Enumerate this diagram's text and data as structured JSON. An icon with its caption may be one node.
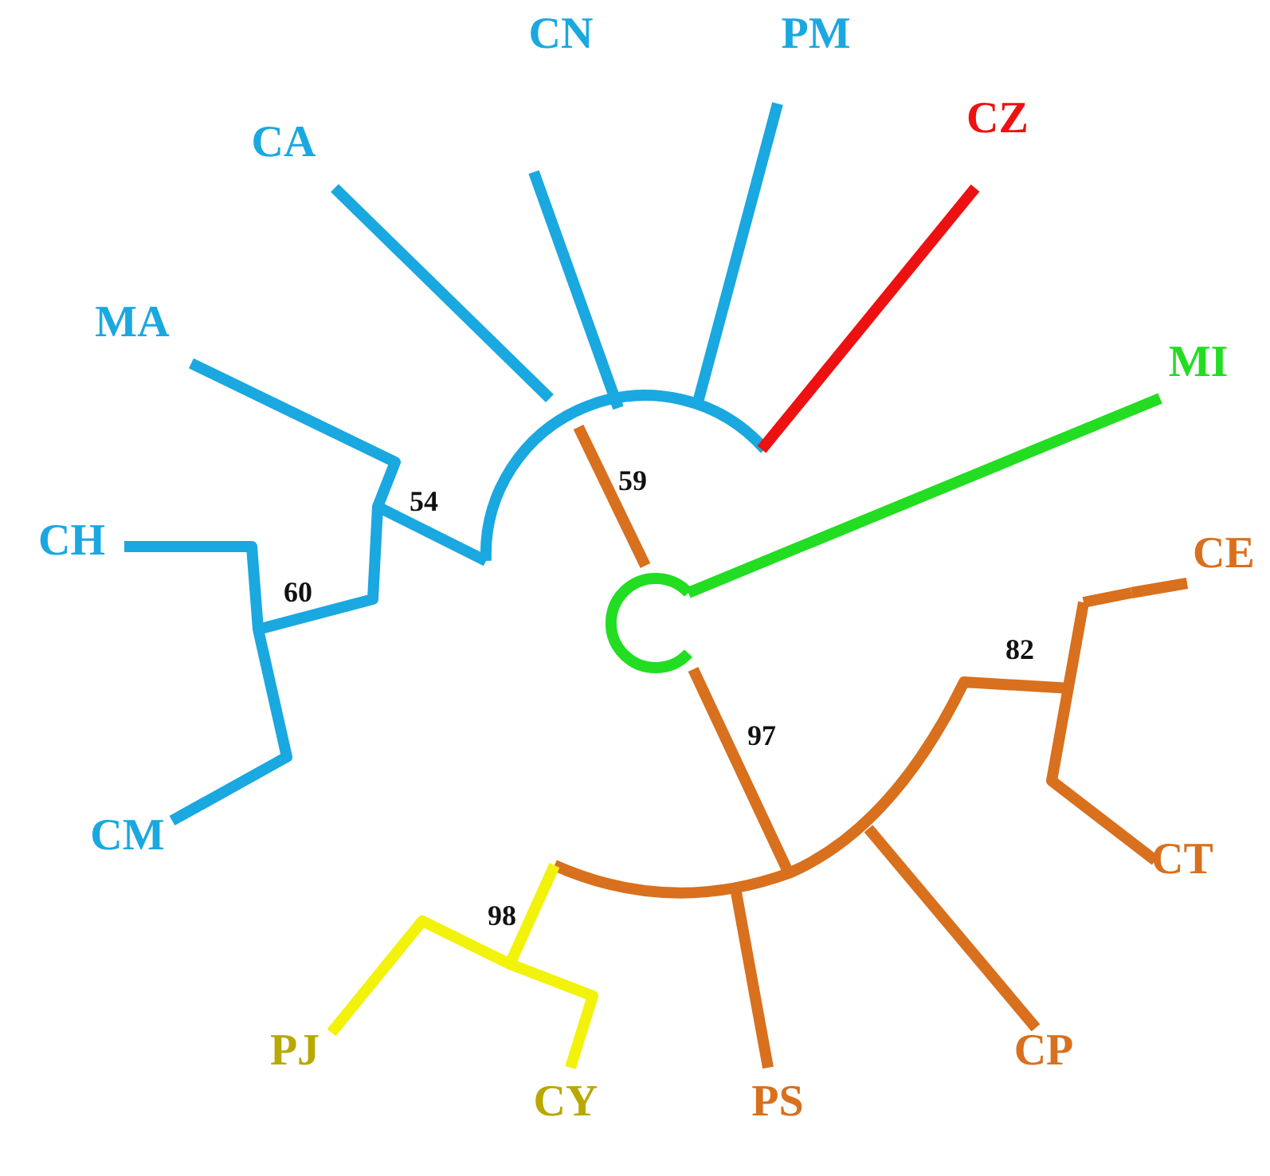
{
  "diagram": {
    "labels": [
      "CN",
      "PM",
      "CZ",
      "CA",
      "MA",
      "MI",
      "59",
      "CH",
      "54",
      "CE",
      "60",
      "82",
      "97",
      "CM",
      "CT",
      "98",
      "PJ",
      "CP",
      "CY",
      "PS"
    ]
  }
}
